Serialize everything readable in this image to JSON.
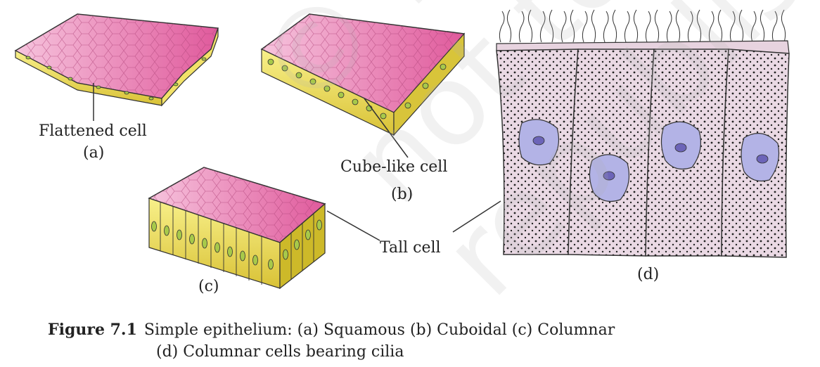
{
  "labels": {
    "flattened_cell": "Flattened cell",
    "a": "(a)",
    "cube_like_cell": "Cube-like cell",
    "b": "(b)",
    "tall_cell": "Tall cell",
    "c": "(c)",
    "d": "(d)"
  },
  "caption": {
    "figure_number": "Figure 7.1",
    "line1": "Simple epithelium: (a) Squamous (b) Cuboidal (c) Columnar",
    "line2": "(d) Columnar cells bearing cilia"
  },
  "watermark": "© NCERT not to be republished",
  "colors": {
    "pink_top": "#f2b3d3",
    "pink_dark": "#e66ba8",
    "yellow": "#f5e96a",
    "green_nucleus": "#a7c94a",
    "columnar_fill": "#ead9e4",
    "nucleus_blue": "#b3b3e6",
    "nucleolus": "#6c64b8"
  }
}
